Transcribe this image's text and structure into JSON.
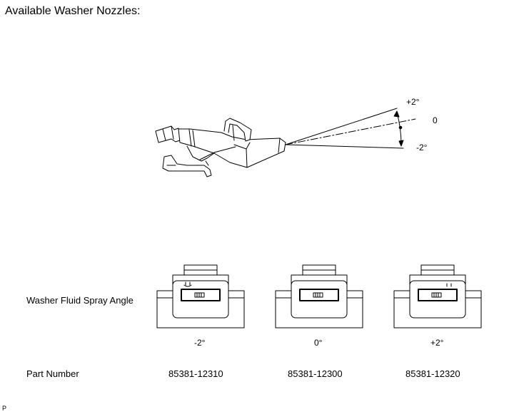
{
  "title": "Available Washer Nozzles:",
  "diagram_labels": {
    "upper": "+2°",
    "center": "0",
    "lower": "-2°"
  },
  "rows": {
    "angle_label": "Washer Fluid Spray Angle",
    "part_label": "Part Number"
  },
  "nozzles": [
    {
      "angle": "-2°",
      "part_number": "85381-12310",
      "mark": "ᵕ"
    },
    {
      "angle": "0°",
      "part_number": "85381-12300",
      "mark": ""
    },
    {
      "angle": "+2°",
      "part_number": "85381-12320",
      "mark": ""
    }
  ],
  "footer_code": "P"
}
